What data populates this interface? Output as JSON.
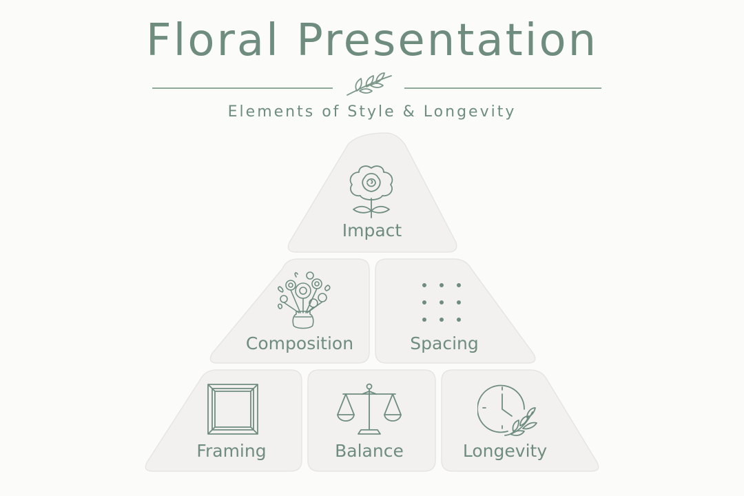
{
  "header": {
    "title": "Floral Presentation",
    "subtitle": "Elements of Style & Longevity"
  },
  "tiers": [
    {
      "label": "Impact",
      "icon": "rose-icon"
    },
    {
      "label": "Composition",
      "icon": "bouquet-vase-icon"
    },
    {
      "label": "Spacing",
      "icon": "dot-grid-icon"
    },
    {
      "label": "Framing",
      "icon": "frame-icon"
    },
    {
      "label": "Balance",
      "icon": "scale-icon"
    },
    {
      "label": "Longevity",
      "icon": "clock-leaf-icon"
    }
  ],
  "colors": {
    "accent": "#6f8d7e",
    "tile_fill": "#f2f1ef",
    "tile_stroke": "#e6e5e2",
    "background": "#fbfbfa"
  }
}
